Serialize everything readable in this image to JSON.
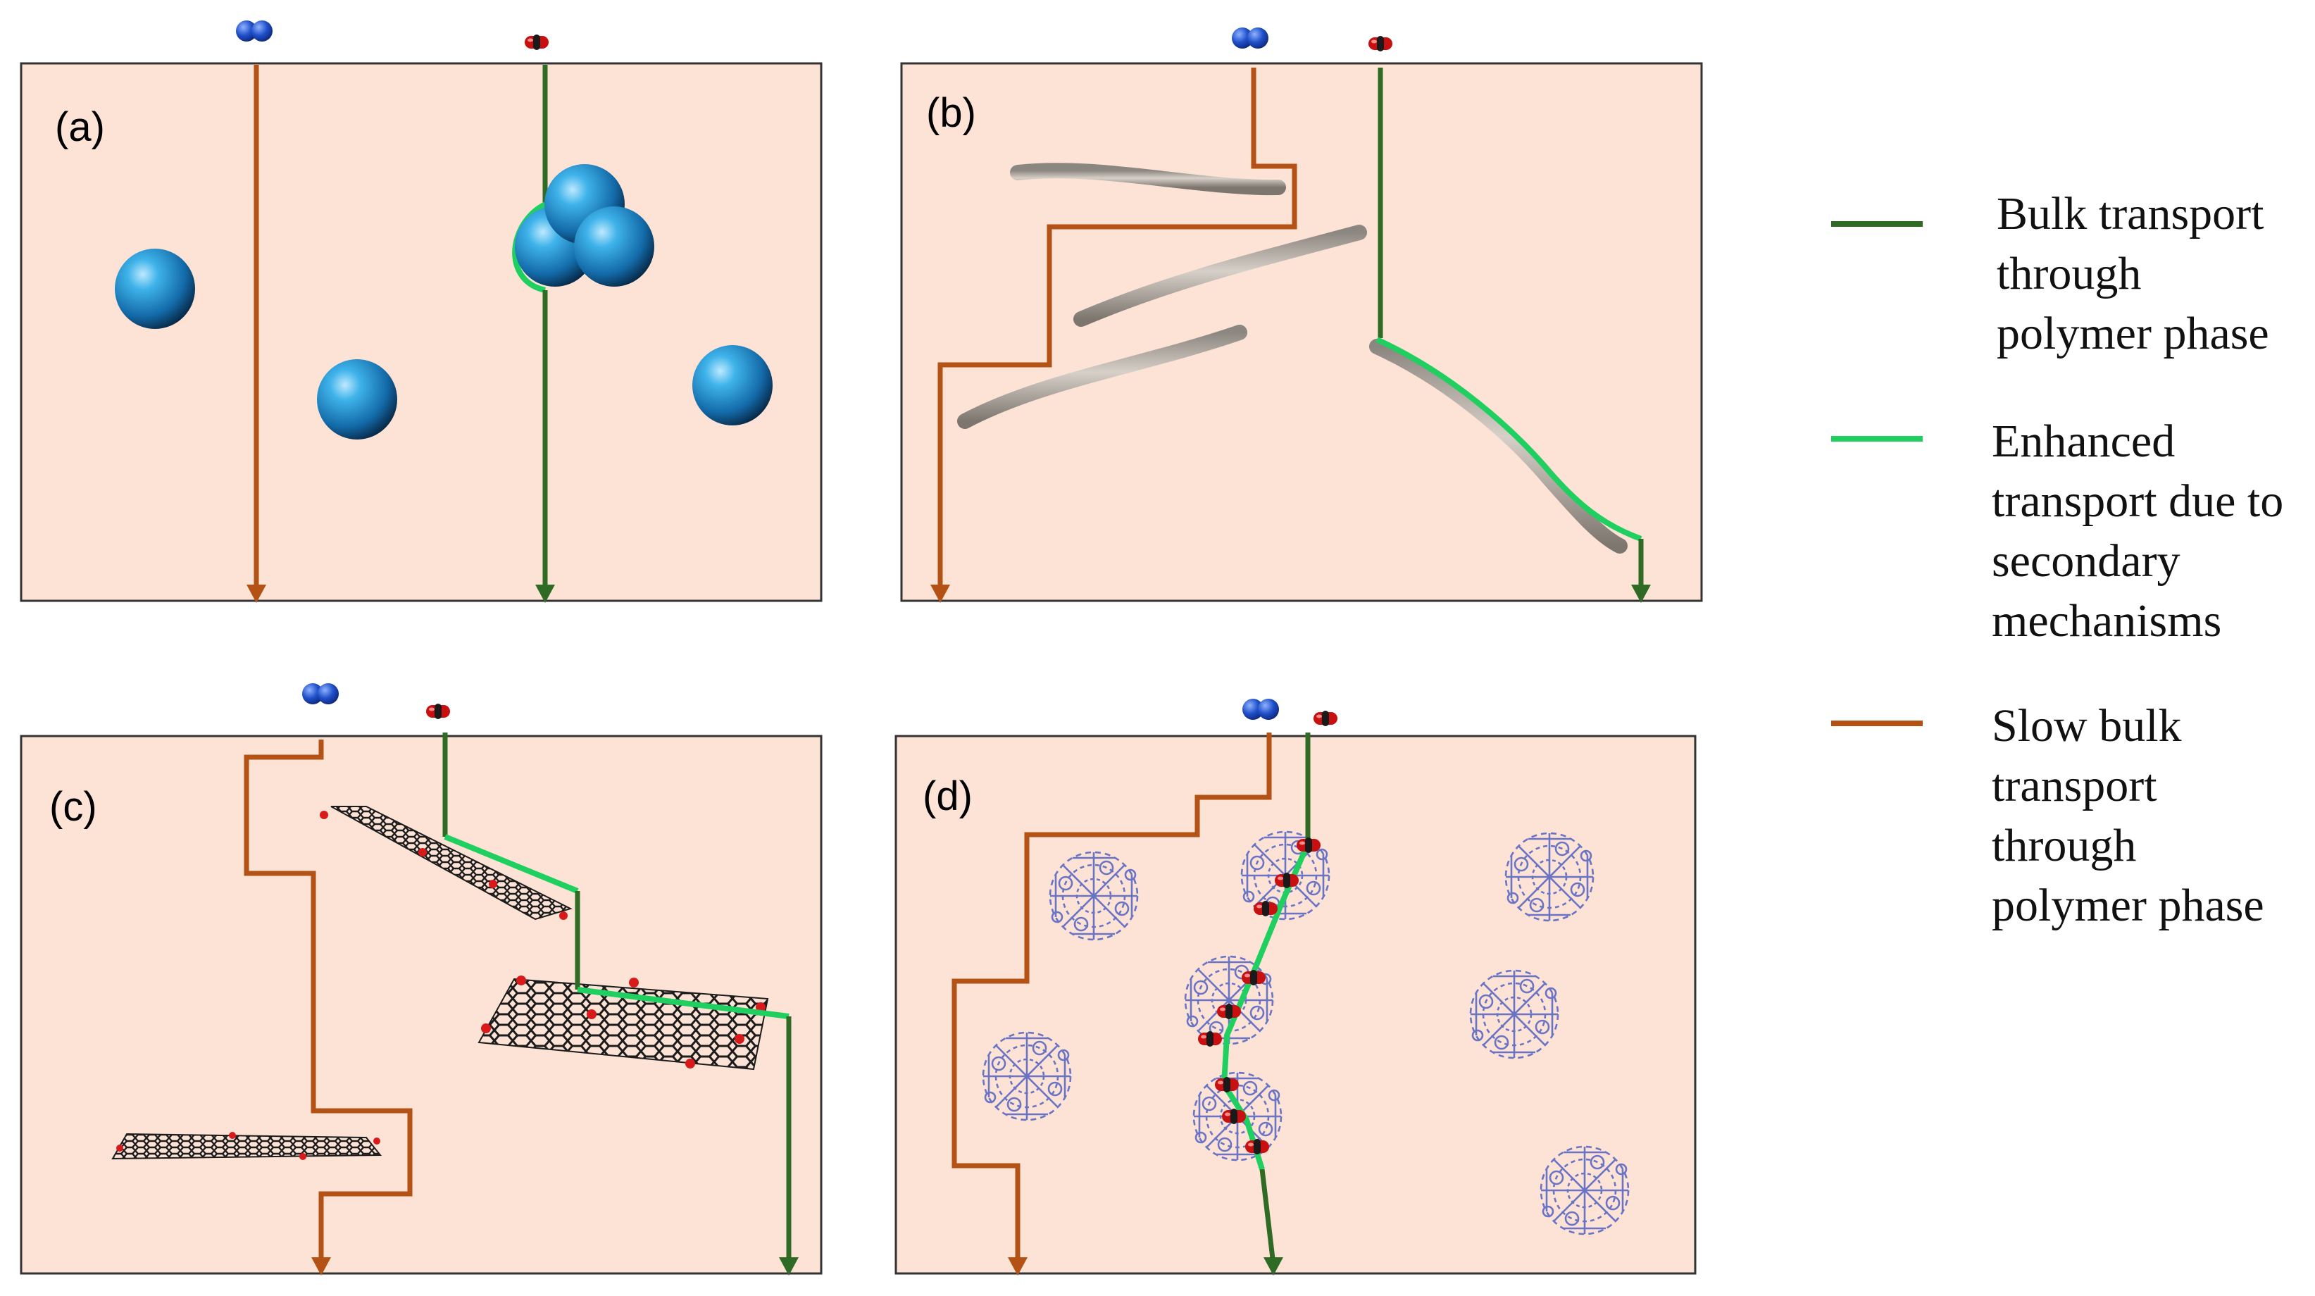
{
  "figure": {
    "background": "#ffffff",
    "panel_fill": "#fde3d6",
    "panel_border": "#333333",
    "colors": {
      "bulk_transport": "#2f6b25",
      "enhanced_transport": "#1fcf5f",
      "slow_bulk_transport": "#b35214",
      "gas_blue": "#1f4fc9",
      "gas_red": "#cc1111",
      "nanoparticle": "#1a8fd0",
      "nanotube": "#b8b2aa",
      "graphene": "#222222",
      "mof": "#6a74c4"
    },
    "molecules": {
      "blue": "blue-diatomic-molecule",
      "red": "red-triatomic-molecule"
    }
  },
  "panels": [
    {
      "id": "a",
      "label": "(a)",
      "filler": "spherical-nanoparticles"
    },
    {
      "id": "b",
      "label": "(b)",
      "filler": "nanotubes"
    },
    {
      "id": "c",
      "label": "(c)",
      "filler": "graphene-oxide-sheets"
    },
    {
      "id": "d",
      "label": "(d)",
      "filler": "metal-organic-frameworks"
    }
  ],
  "legend": [
    {
      "key": "bulk",
      "color": "#2f6b25",
      "lines": [
        "Bulk transport",
        "through",
        "polymer phase"
      ]
    },
    {
      "key": "enhanced",
      "color": "#1fcf5f",
      "lines": [
        "Enhanced",
        "transport due to",
        "secondary",
        "mechanisms"
      ]
    },
    {
      "key": "slow",
      "color": "#b35214",
      "lines": [
        "Slow bulk",
        "transport",
        "through",
        "polymer phase"
      ]
    }
  ]
}
